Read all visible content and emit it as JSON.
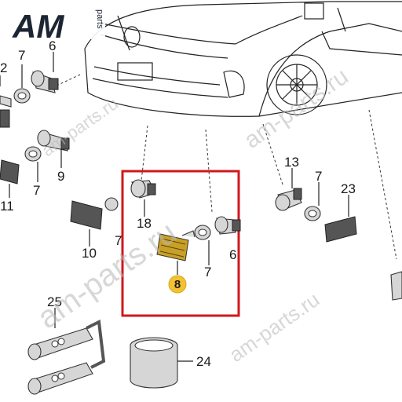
{
  "logo": {
    "main": "AM",
    "sub": "parts"
  },
  "watermarks": [
    "am-parts.ru",
    "am-parts.ru",
    "am-parts.ru",
    "am-parts.ru"
  ],
  "part_labels": {
    "p2": "2",
    "p7a": "7",
    "p6a": "6",
    "p7b": "7",
    "p9": "9",
    "p11": "11",
    "p10": "10",
    "p18": "18",
    "p7c": "7",
    "p6b": "6",
    "p7d": "7",
    "p8": "8",
    "p13": "13",
    "p7e": "7",
    "p23": "23",
    "p25": "25",
    "p24": "24"
  },
  "colors": {
    "highlight_box": "#d0181c",
    "highlight_badge": "#f2c230",
    "highlight_part": "#c9a027"
  }
}
